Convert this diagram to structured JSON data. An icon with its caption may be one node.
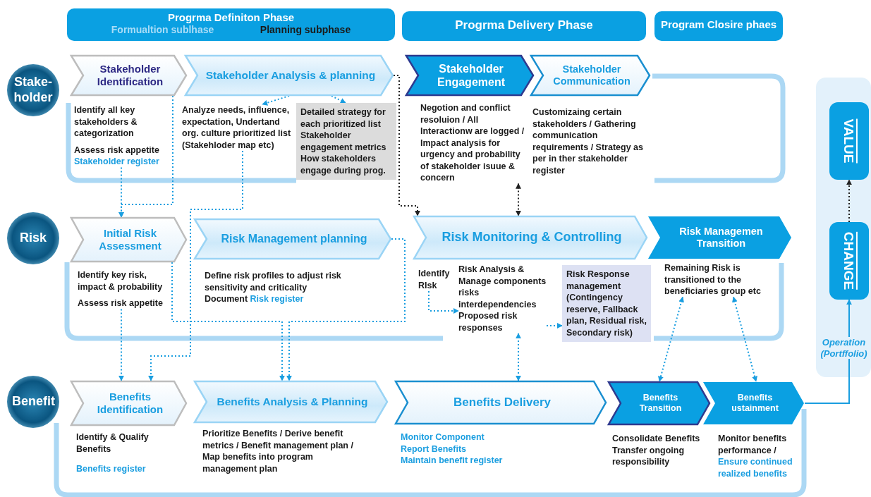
{
  "diagram": {
    "nodes": [
      {
        "text": [
          "Progrma Definiton Phase",
          "Formualtion sublhase",
          "Planning subphase"
        ]
      },
      {
        "text": [
          "Progrma Delivery Phase"
        ]
      },
      {
        "text": [
          "Program Closire phaes"
        ]
      },
      {
        "text": [
          "Stake- holder"
        ]
      },
      {
        "text": [
          "Stakeholder Identification"
        ]
      },
      {
        "text": [
          "Stakeholder Analysis & planning"
        ]
      },
      {
        "text": [
          "Stakeholder Engagement"
        ]
      },
      {
        "text": [
          "Stakeholder Communication"
        ],
        "beside": [
          "Customizaing certain stakeholders / Gathering communication requirements / Strategy as per in ther stakeholder register"
        ]
      },
      {
        "text": [
          "Identify all key stakeholders & categorization",
          "Assess risk appetite",
          "Stakeholder register"
        ]
      },
      {
        "text": [
          "Analyze needs, influence, expectation, Undertand org. culture prioritized list (Stakehloder map etc)"
        ]
      },
      {
        "text": [
          "Detailed strategy for each prioritized list Stakeholder engagement metrics How stakeholders engage during prog."
        ]
      },
      {
        "text": [
          "Negotion and conflict resoluion / All Interactionw are logged / Impact analysis for urgency and probability of stakeholder isuue & concern"
        ]
      },
      {
        "text": [
          "Risk"
        ]
      },
      {
        "text": [
          "Initial Risk Assessment"
        ]
      },
      {
        "text": [
          "Risk Management planning"
        ],
        "beside": [
          "Define risk profiles to adjust risk sensitivity and criticality",
          "Document **Risk register**"
        ]
      },
      {
        "text": [
          "Risk Monitoring & Controlling"
        ]
      },
      {
        "text": [
          "Risk Managemen Transition"
        ]
      },
      {
        "text": [
          "Identify key risk, impact & probability",
          "Assess risk appetite"
        ]
      },
      {
        "text": [
          "Identify RIsk"
        ]
      },
      {
        "text": [
          "Risk Analysis & Manage components risks interdependencies Proposed risk responses"
        ]
      },
      {
        "text": [
          "Risk Response management (Contingency reserve, Fallback plan, Residual risk, Secondary risk)"
        ]
      },
      {
        "text": [
          "Remaining Risk is transitioned to the beneficiaries group etc"
        ]
      },
      {
        "text": [
          "Benefit"
        ]
      },
      {
        "text": [
          "Benefits Identification"
        ],
        "beside": [
          "Identify & Qualify Benefits",
          "Benefits register"
        ]
      },
      {
        "text": [
          "Benefits Analysis & Planning"
        ],
        "beside": [
          "Prioritize Benefits / Derive benefit metrics / Benefit management plan / Map benefits into program management plan"
        ]
      },
      {
        "text": [
          "Benefits Delivery"
        ],
        "beside": [
          "Monitor Component",
          "Report Benefits",
          "Maintain benefit register"
        ]
      },
      {
        "text": [
          "Benefits Transition"
        ],
        "beside": [
          "Consolidate Benefits",
          "Transfer ongoing responsibility"
        ]
      },
      {
        "text": [
          "Benefits ustainment"
        ],
        "beside": [
          "Monitor benefits performance /",
          "Ensure continued realized benefits"
        ]
      },
      {
        "text": [
          "VALUE"
        ]
      },
      {
        "text": [
          "CHANGE"
        ]
      }
    ],
    "edges": [
      {
        "from": 5,
        "to": 9,
        "arrow": "to",
        "style": "dashed"
      },
      {
        "from": 5,
        "to": 10,
        "arrow": "to",
        "style": "dashed"
      },
      {
        "from": 5,
        "to": 15,
        "arrow": "to",
        "style": "dashed",
        "color": "#222222"
      },
      {
        "from": 11,
        "to": 15,
        "arrow": "both",
        "style": "dashed",
        "color": "#222222"
      },
      {
        "from": 8,
        "to": 13,
        "arrow": "to",
        "style": "dashed"
      },
      {
        "from": 4,
        "to": 13,
        "arrow": "to",
        "style": "dashed"
      },
      {
        "from": 9,
        "to": 23,
        "arrow": "to",
        "style": "dashed"
      },
      {
        "from": 17,
        "to": 23,
        "arrow": "to",
        "style": "dashed"
      },
      {
        "from": 13,
        "to": 24,
        "arrow": "to",
        "style": "dashed"
      },
      {
        "from": 14,
        "to": 24,
        "arrow": "to",
        "style": "dashed"
      },
      {
        "from": 18,
        "to": 19,
        "arrow": "to",
        "style": "dashed"
      },
      {
        "from": 19,
        "to": 20,
        "arrow": "to",
        "style": "dashed"
      },
      {
        "from": 19,
        "to": 25,
        "arrow": "both",
        "style": "dashed"
      },
      {
        "from": 21,
        "to": 26,
        "arrow": "both",
        "style": "dashed"
      },
      {
        "from": 21,
        "to": 27,
        "arrow": "both",
        "style": "dashed"
      },
      {
        "from": 29,
        "to": 28,
        "arrow": "to",
        "style": "dashed",
        "color": "#222222"
      },
      {
        "from": 27,
        "to": 29,
        "arrow": "to",
        "label": "Operation (Portffolio)"
      }
    ]
  }
}
